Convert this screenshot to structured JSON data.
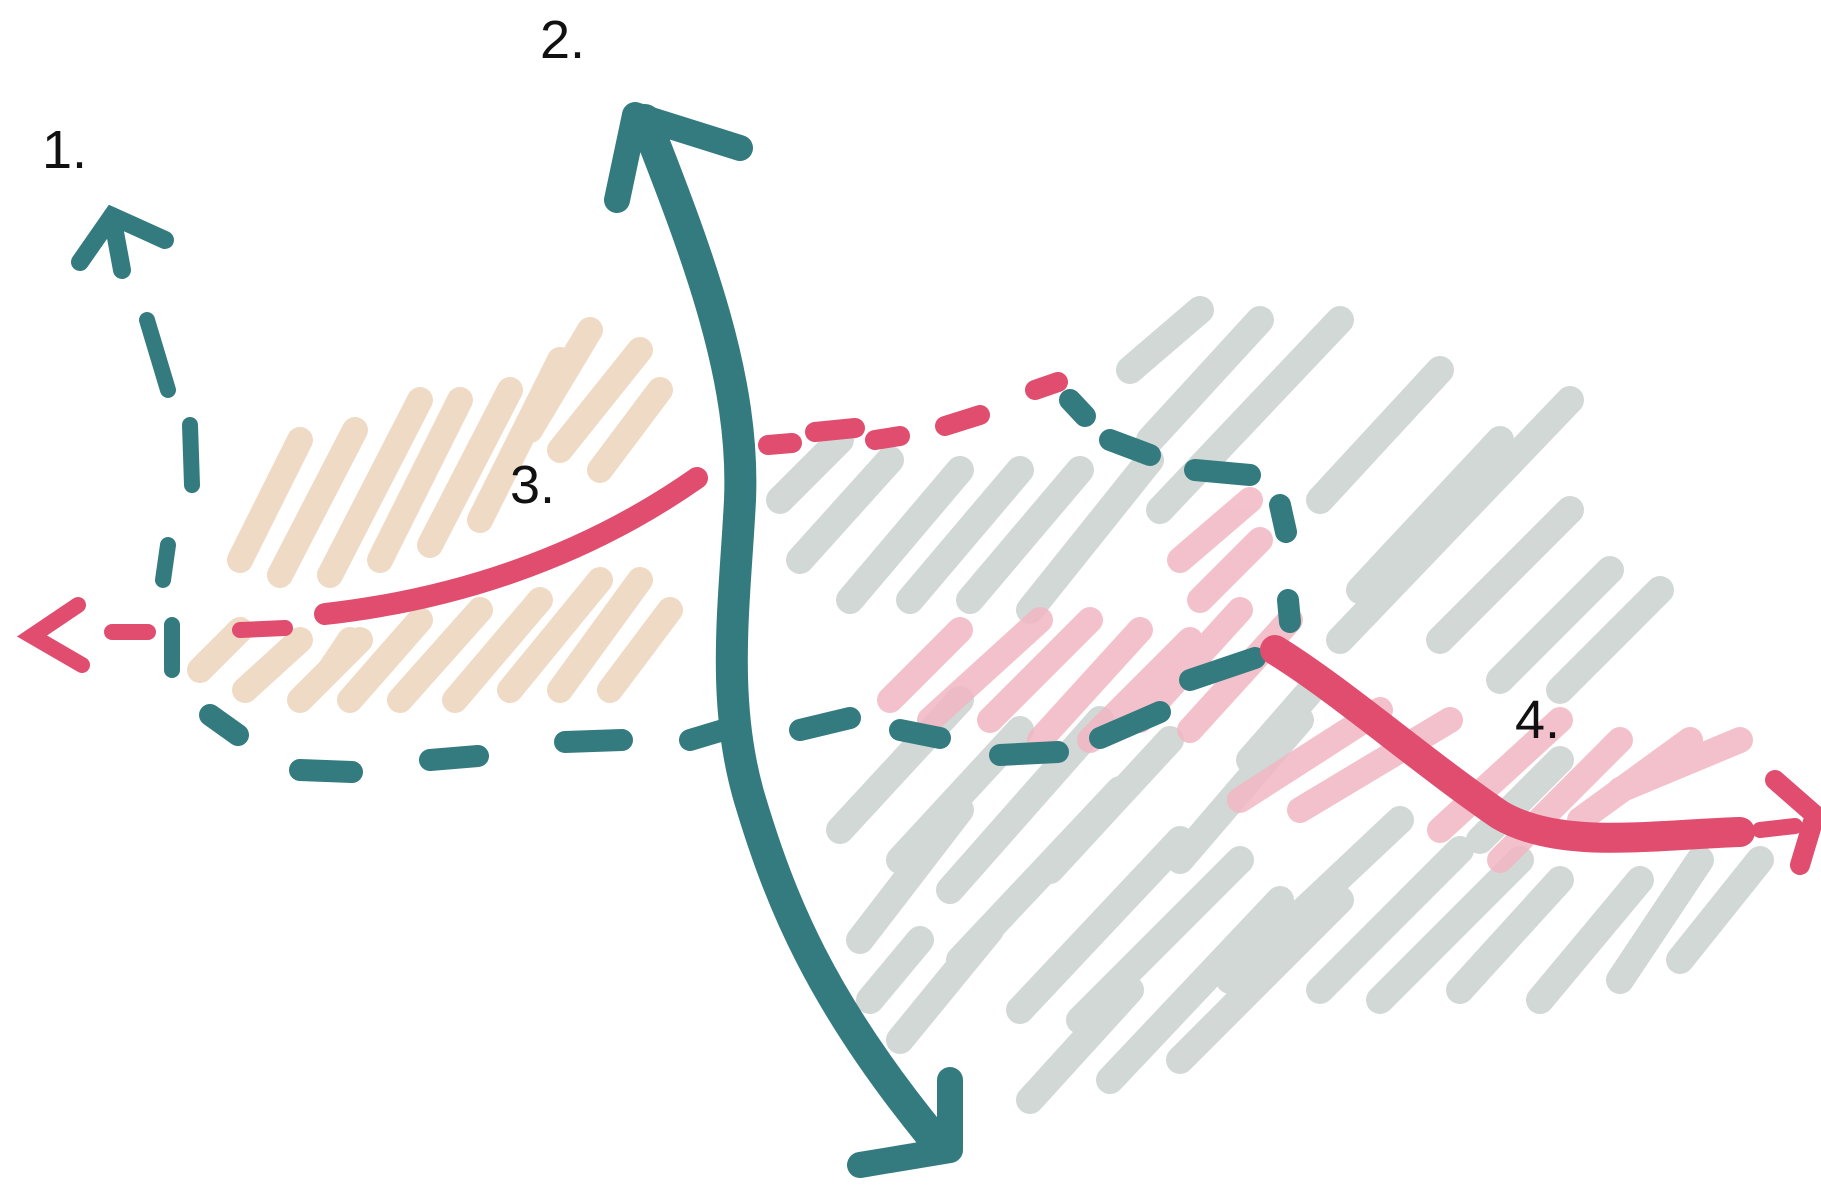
{
  "labels": {
    "one": "1.",
    "two": "2.",
    "three": "3.",
    "four": "4."
  },
  "colors": {
    "teal": "#347b80",
    "pink": "#e04d6e",
    "beige_hatch": "#efd9c2",
    "gray_hatch": "#cfd6d4",
    "pink_hatch": "#f2b7c4",
    "text": "#111111"
  }
}
